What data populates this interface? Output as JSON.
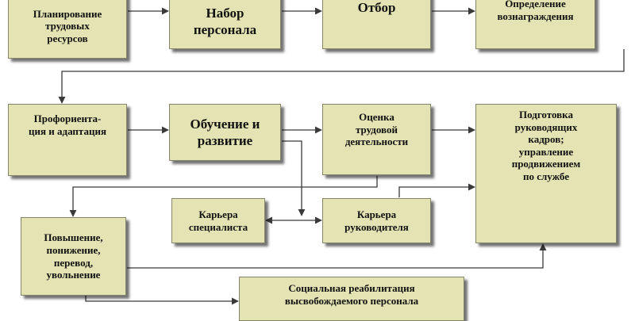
{
  "diagram": {
    "nodes": {
      "planning": "Планирование\nтрудовых\nресурсов",
      "recruitment": "Набор\nперсонала",
      "selection": "Отбор",
      "rewards": "Определение\nвознаграждения",
      "orientation": "Профориента-\nция и адаптация",
      "training": "Обучение и\nразвитие",
      "appraisal": "Оценка\nтрудовой\nдеятельности",
      "leadership": "Подготовка\nруководящих\nкадров;\nуправление\nпродвижением\nпо службе",
      "specialist_career": "Карьера\nспециалиста",
      "manager_career": "Карьера\nруководителя",
      "movement": "Повышение,\nпонижение,\nперевод,\nувольнение",
      "rehabilitation": "Социальная реабилитация\nвысвобождаемого персонала"
    },
    "colors": {
      "box_fill": "#e4e3b4",
      "box_border": "#85856a",
      "arrow": "#3a3a3a"
    }
  }
}
